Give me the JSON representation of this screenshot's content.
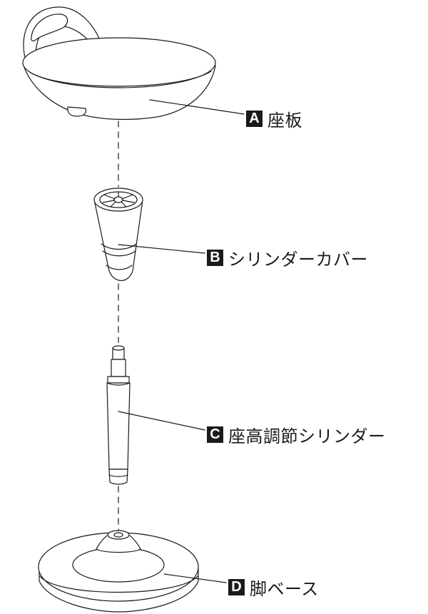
{
  "parts": [
    {
      "letter": "A",
      "name": "座板"
    },
    {
      "letter": "B",
      "name": "シリンダーカバー"
    },
    {
      "letter": "C",
      "name": "座高調節シリンダー"
    },
    {
      "letter": "D",
      "name": "脚ベース"
    }
  ],
  "colors": {
    "line": "#1a1a1a",
    "badge_background": "#1a1a1a",
    "badge_text": "#ffffff",
    "fill": "#ffffff"
  }
}
